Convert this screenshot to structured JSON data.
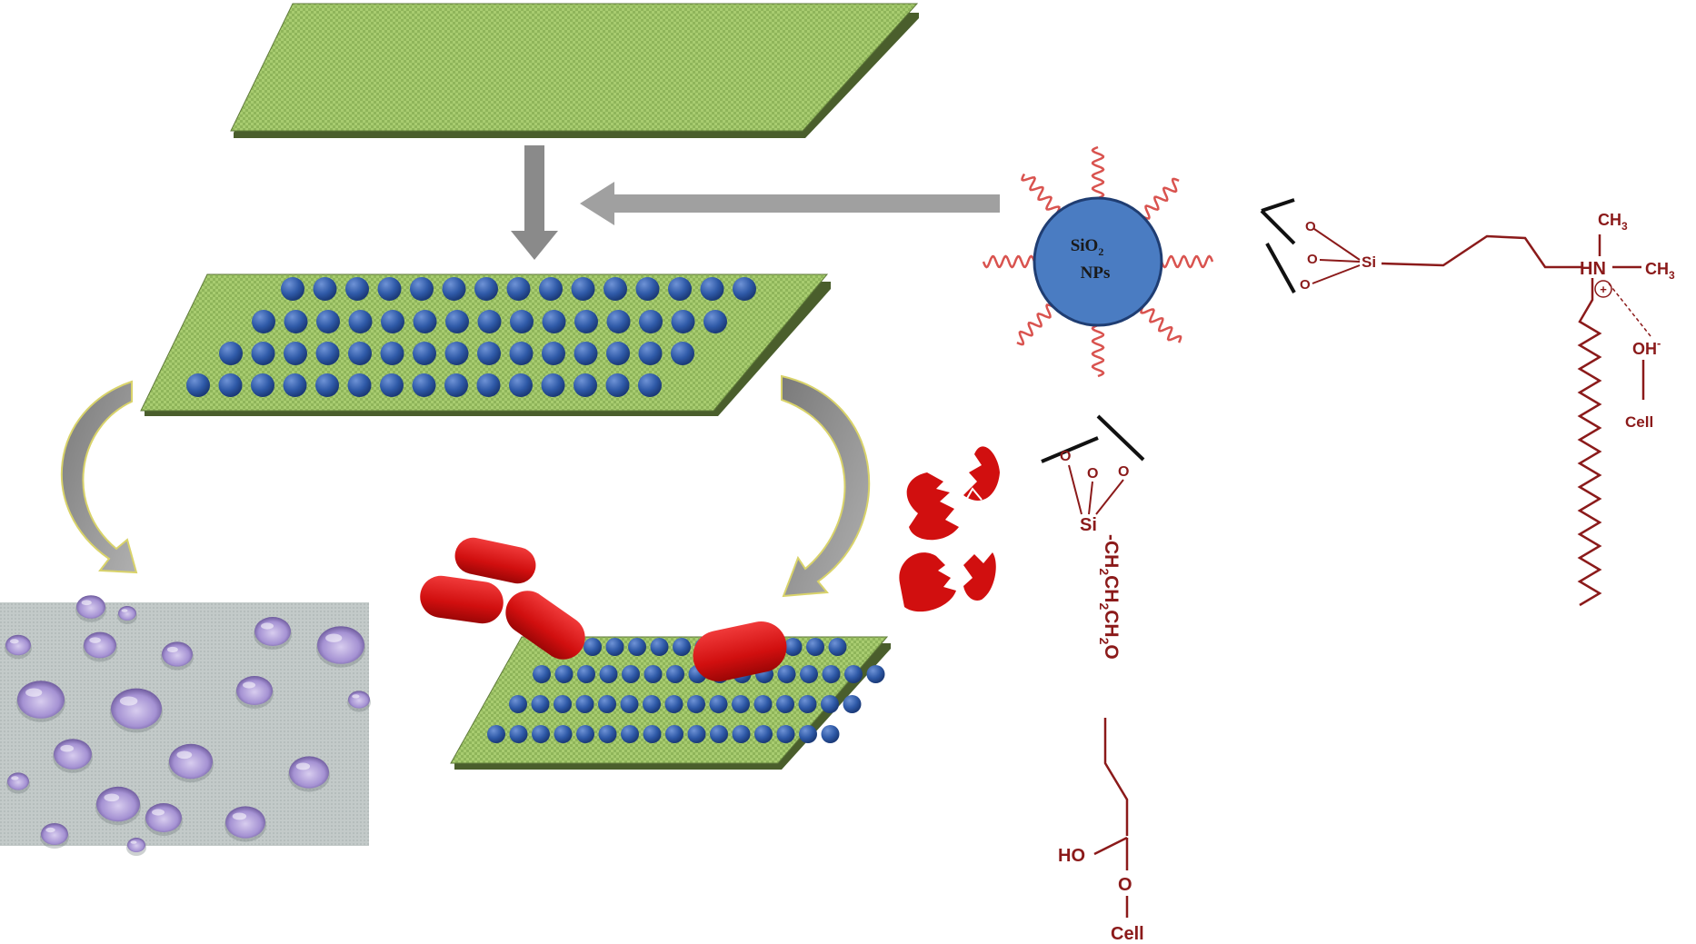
{
  "nanoparticle": {
    "line1": "SiO",
    "line1_sub": "2",
    "line2": "NPs"
  },
  "right_chain": {
    "o_labels": [
      "O",
      "O",
      "O"
    ],
    "si": "Si",
    "ch3_top": "CH",
    "ch3_top_sub": "3",
    "ch3_right": "CH",
    "ch3_right_sub": "3",
    "hn": "HN",
    "plus": "+",
    "oh": "OH",
    "oh_sup": "-",
    "cell": "Cell"
  },
  "bottom_chain": {
    "o_labels": [
      "O",
      "O",
      "O"
    ],
    "si": "Si",
    "chain": [
      "-CH",
      "2",
      "CH",
      "2",
      "CH",
      "2",
      "O"
    ],
    "ho": "HO",
    "o": "O",
    "cell": "Cell"
  },
  "colors": {
    "substrate": "#a8cc70",
    "substrate_dark": "#5f7a3a",
    "particle": "#2f5aa8",
    "np_fill": "#4a7cc2",
    "chem": "#8b1a1a",
    "bacteria": "#d41414",
    "arrow": "#8a8a8a"
  }
}
